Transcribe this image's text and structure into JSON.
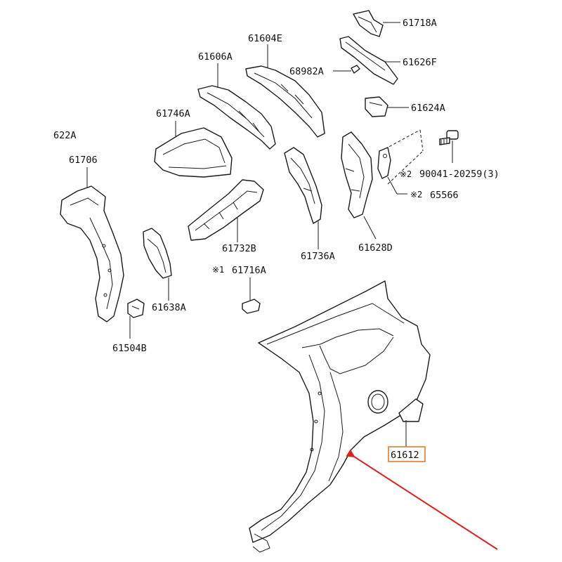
{
  "labels": {
    "p61718A": "61718A",
    "p61626F": "61626F",
    "p68982A": "68982A",
    "p61604E": "61604E",
    "p61606A": "61606A",
    "p61624A": "61624A",
    "p61746A": "61746A",
    "p622A": "622A",
    "p61706": "61706",
    "p90041": "90041-20259(3)",
    "p65566": "65566",
    "p61732B": "61732B",
    "p61736A": "61736A",
    "p61628D": "61628D",
    "p61716A": "61716A",
    "p61638A": "61638A",
    "p61504B": "61504B",
    "p61612": "61612"
  },
  "notes": {
    "mark1": "※1",
    "mark2": "※2"
  },
  "colors": {
    "highlight_box": "#e8792a",
    "arrow": "#e0201c"
  }
}
